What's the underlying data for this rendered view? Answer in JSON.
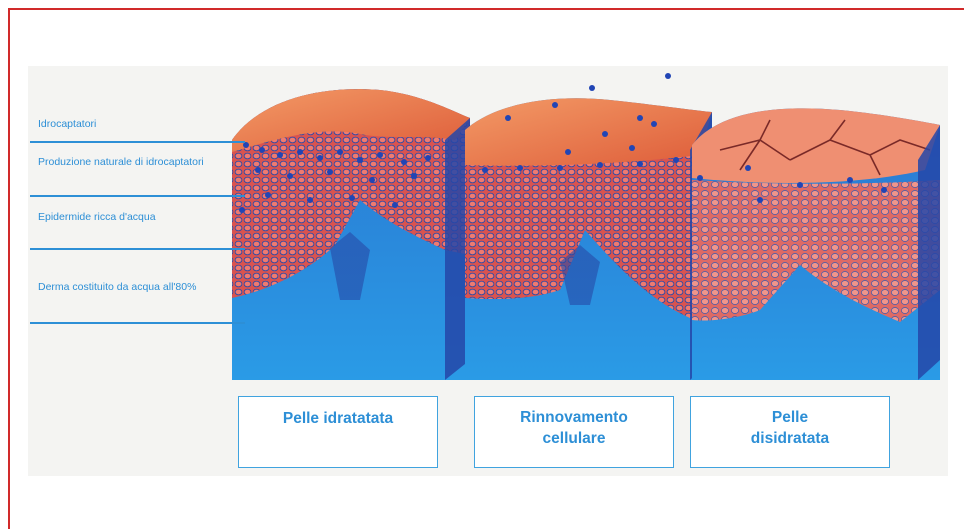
{
  "labels": [
    {
      "text": "Idrocaptatori"
    },
    {
      "text": "Produzione naturale di idrocaptatori"
    },
    {
      "text": "Epidermide ricca d'acqua"
    },
    {
      "text": "Derma costituito da acqua all'80%"
    }
  ],
  "captions": [
    {
      "text": "Pelle idratatata"
    },
    {
      "text": "Rinnovamento cellulare"
    },
    {
      "text": "Pelle disidratata"
    }
  ],
  "colors": {
    "border": "#d12a2a",
    "accent_blue": "#2d8fd6",
    "dermis_blue": "#1f7fd1",
    "epidermis_red": "#d8534c",
    "surface_orange": "#e8744a"
  }
}
